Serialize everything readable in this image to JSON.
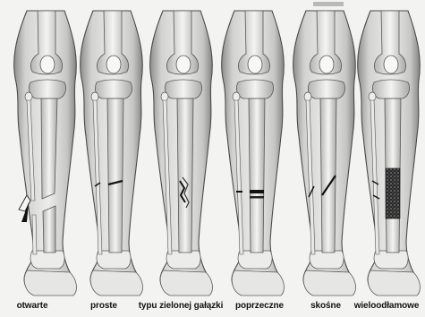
{
  "fracture_types": [
    {
      "label": "otwarte"
    },
    {
      "label": "proste"
    },
    {
      "label": "typu zielonej gałązki"
    },
    {
      "label": "poprzeczne"
    },
    {
      "label": "skośne"
    },
    {
      "label": "wieloodłamowe"
    }
  ]
}
